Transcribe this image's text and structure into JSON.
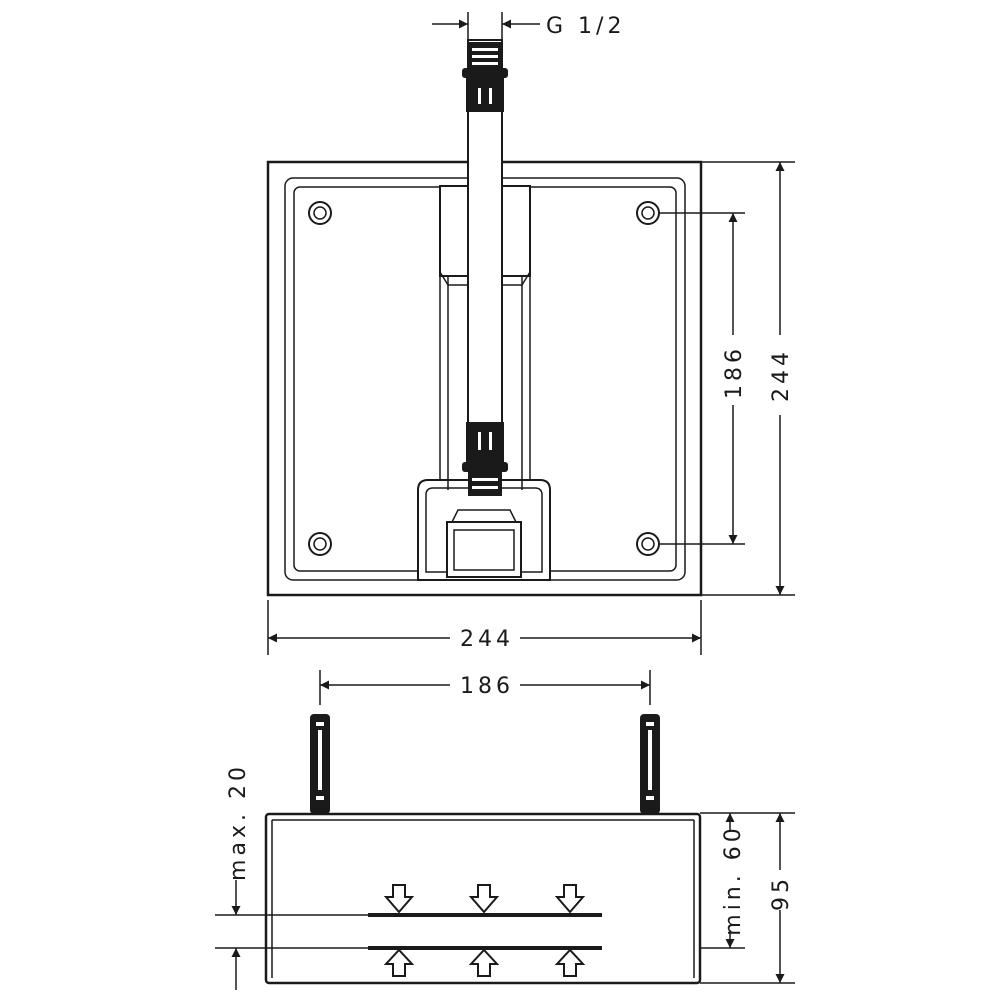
{
  "labels": {
    "thread": "G 1/2",
    "top_view_width": "244",
    "top_view_height": "244",
    "hole_spacing_vertical": "186",
    "hole_spacing_horizontal": "186",
    "max_depth": "max. 20",
    "min_depth": "min. 60",
    "total_depth": "95"
  }
}
